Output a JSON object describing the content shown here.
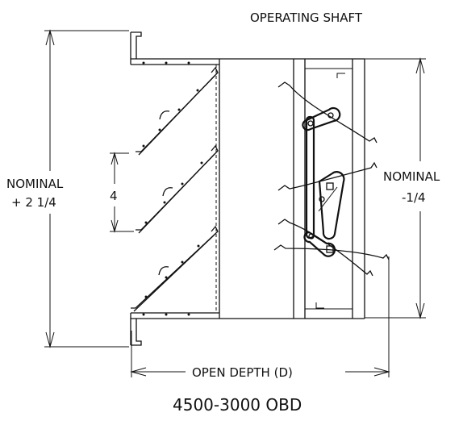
{
  "labels": {
    "operating_shaft": "OPERATING SHAFT",
    "nominal_left_line1": "NOMINAL",
    "nominal_left_line2": "+ 2 1/4",
    "nominal_right_line1": "NOMINAL",
    "nominal_right_line2": "-1/4",
    "blade_spacing": "4",
    "open_depth": "OPEN DEPTH (D)",
    "model_caption": "4500-3000 OBD"
  }
}
